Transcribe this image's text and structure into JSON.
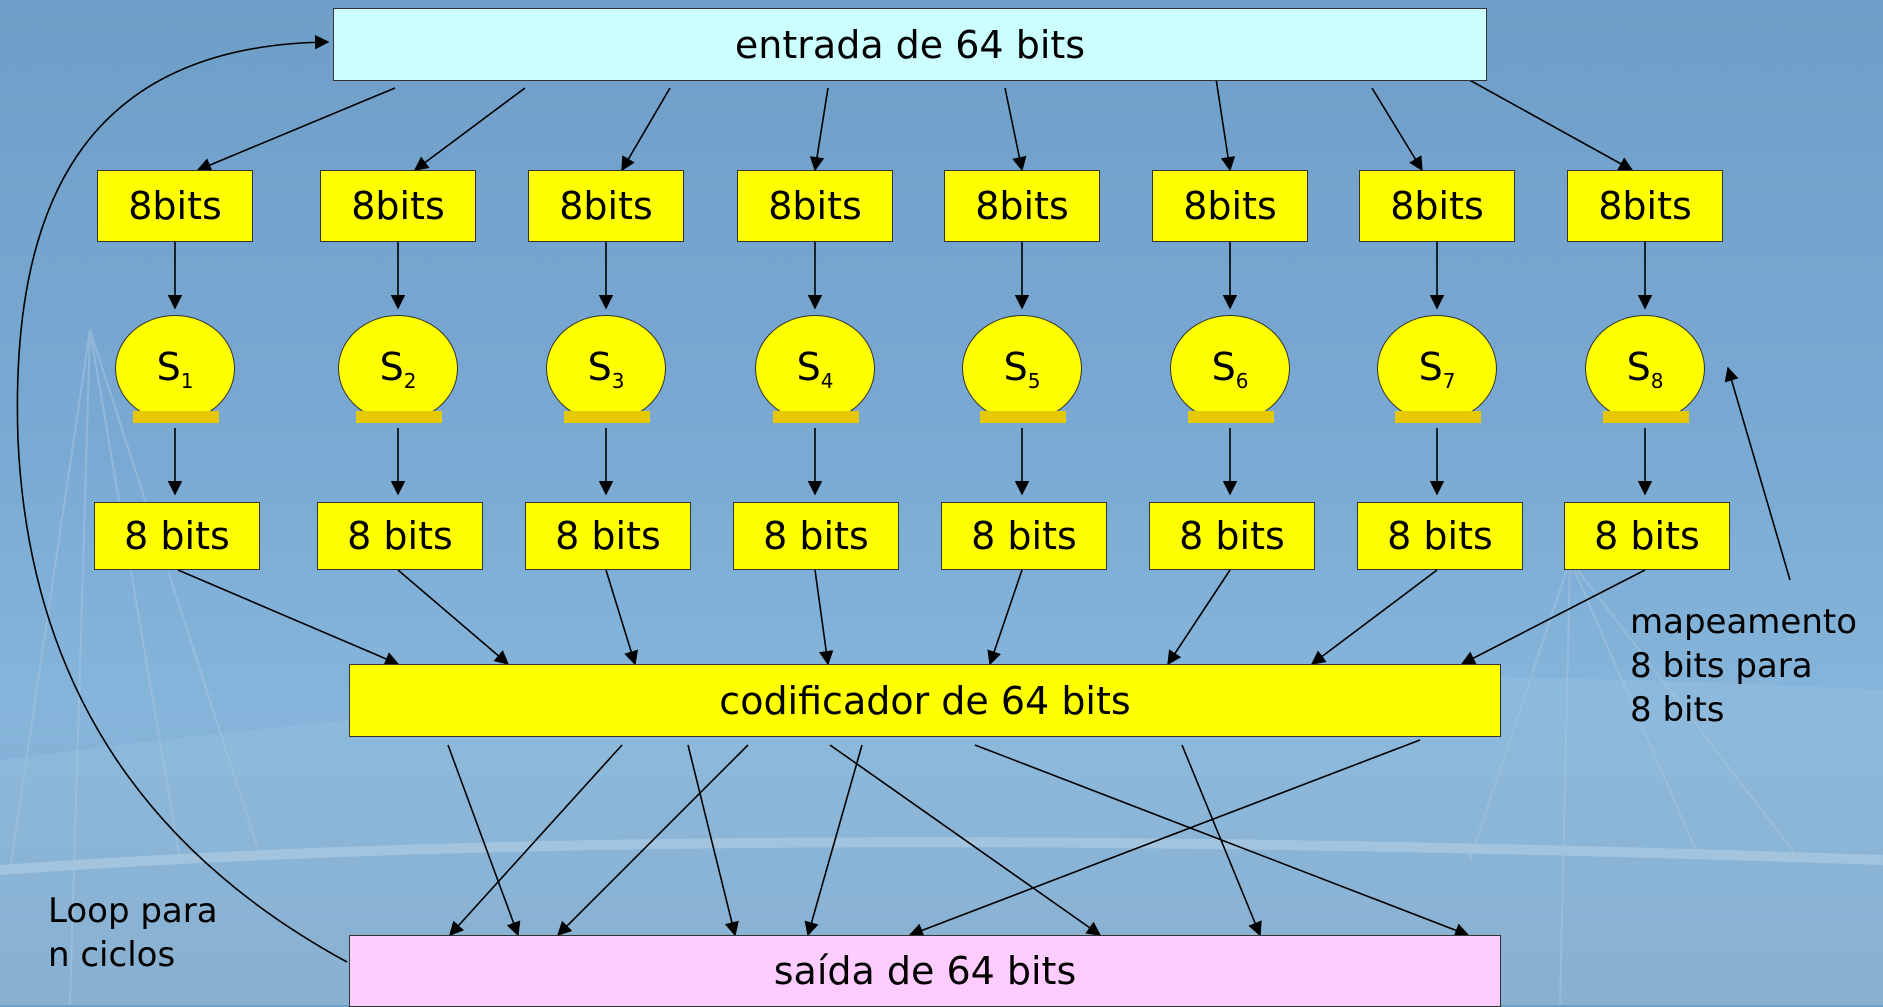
{
  "input_label": "entrada de 64 bits",
  "output_label": "saída de 64 bits",
  "encoder_label": "codificador de 64 bits",
  "top_blocks": [
    "8bits",
    "8bits",
    "8bits",
    "8bits",
    "8bits",
    "8bits",
    "8bits",
    "8bits"
  ],
  "sboxes": [
    {
      "letter": "S",
      "sub": "1"
    },
    {
      "letter": "S",
      "sub": "2"
    },
    {
      "letter": "S",
      "sub": "3"
    },
    {
      "letter": "S",
      "sub": "4"
    },
    {
      "letter": "S",
      "sub": "5"
    },
    {
      "letter": "S",
      "sub": "6"
    },
    {
      "letter": "S",
      "sub": "7"
    },
    {
      "letter": "S",
      "sub": "8"
    }
  ],
  "bottom_blocks": [
    "8 bits",
    "8 bits",
    "8 bits",
    "8 bits",
    "8 bits",
    "8 bits",
    "8 bits",
    "8 bits"
  ],
  "mapping_note": [
    "mapeamento",
    "8 bits para",
    "8 bits"
  ],
  "loop_note": [
    "Loop para",
    "n ciclos"
  ],
  "colors": {
    "yellow": "#ffff00",
    "cyan": "#ccffff",
    "pink": "#ffccff",
    "sbox_foot": "#e6c800"
  }
}
